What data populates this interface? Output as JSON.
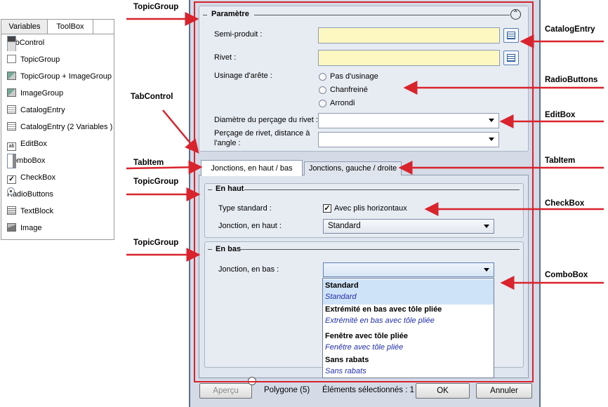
{
  "toolbox": {
    "tabs": [
      "Variables",
      "ToolBox"
    ],
    "items": [
      {
        "label": "TabControl",
        "icon": "tabcontrol-icon"
      },
      {
        "label": "TopicGroup",
        "icon": "topicgroup-icon"
      },
      {
        "label": "TopicGroup + ImageGroup",
        "icon": "topicgroup-imagegroup-icon"
      },
      {
        "label": "ImageGroup",
        "icon": "imagegroup-icon"
      },
      {
        "label": "CatalogEntry",
        "icon": "catalogentry-icon"
      },
      {
        "label": "CatalogEntry (2 Variables )",
        "icon": "catalogentry-2-icon"
      },
      {
        "label": "EditBox",
        "icon": "editbox-icon"
      },
      {
        "label": "ComboBox",
        "icon": "combobox-icon"
      },
      {
        "label": "CheckBox",
        "icon": "checkbox-icon"
      },
      {
        "label": "RadioButtons",
        "icon": "radiobuttons-icon"
      },
      {
        "label": "TextBlock",
        "icon": "textblock-icon"
      },
      {
        "label": "Image",
        "icon": "image-icon"
      }
    ]
  },
  "dialog": {
    "parametre": {
      "title": "Paramètre",
      "semi_produit": "Semi-produit :",
      "rivet": "Rivet :",
      "usinage": "Usinage d'arête :",
      "radio_options": [
        "Pas d'usinage",
        "Chanfreiné",
        "Arrondi"
      ],
      "diametre": "Diamètre du perçage du rivet :",
      "percage_l1": "Perçage de rivet, distance à",
      "percage_l2": "l'angle :"
    },
    "tabs": [
      "Jonctions, en haut / bas",
      "Jonctions, gauche / droite"
    ],
    "en_haut": {
      "title": "En haut",
      "type_standard": "Type standard :",
      "checkbox_label": "Avec plis horizontaux",
      "checkbox_checked": true,
      "jonction_haut": "Jonction, en haut :",
      "combo_value": "Standard"
    },
    "en_bas": {
      "title": "En bas",
      "jonction_bas": "Jonction, en bas :",
      "combo_value": ""
    },
    "dropdown_options": [
      {
        "main": "Standard",
        "sub": "Standard"
      },
      {
        "main": "Extrémité en bas avec tôle pliée",
        "sub": "Extrémité en bas avec tôle pliée"
      },
      {
        "main": "Fenêtre avec tôle pliée",
        "sub": "Fenêtre avec tôle pliée"
      },
      {
        "main": "Sans rabats",
        "sub": "Sans rabats"
      }
    ],
    "footer": {
      "apercu": "Aperçu",
      "polygone": "Polygone (5)",
      "elements": "Éléments sélectionnés : 1",
      "ok": "OK",
      "annuler": "Annuler"
    }
  },
  "callouts": {
    "topicgroup_1": "TopicGroup",
    "tabcontrol": "TabControl",
    "tabitem_left": "TabItem",
    "topicgroup_2": "TopicGroup",
    "topicgroup_3": "TopicGroup",
    "catalogentry": "CatalogEntry",
    "radiobuttons": "RadioButtons",
    "editbox": "EditBox",
    "tabitem_right": "TabItem",
    "checkbox": "CheckBox",
    "combobox": "ComboBox"
  },
  "colors": {
    "annotation_red": "#d9232d",
    "dialog_bg": "#d4dbe7",
    "yellow_field": "#fdf8c2",
    "dropdown_sub_text": "#2230a8"
  }
}
